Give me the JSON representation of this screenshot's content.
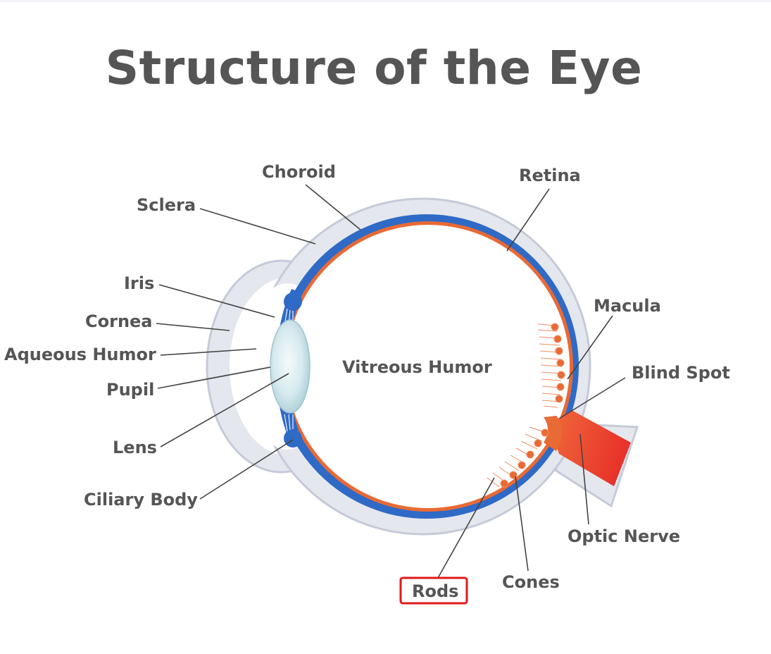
{
  "title": "Structure of the Eye",
  "labels": {
    "choroid": "Choroid",
    "retina": "Retina",
    "sclera": "Sclera",
    "iris": "Iris",
    "cornea": "Cornea",
    "aqueous_humor": "Aqueous Humor",
    "pupil": "Pupil",
    "lens": "Lens",
    "ciliary_body": "Ciliary Body",
    "vitreous_humor": "Vitreous Humor",
    "macula": "Macula",
    "blind_spot": "Blind Spot",
    "optic_nerve": "Optic Nerve",
    "rods": "Rods",
    "cones": "Cones"
  },
  "highlighted_label": "rods",
  "colors": {
    "sclera": "#e5e7ee",
    "sclera_edge": "#c6cad8",
    "choroid": "#2f6ac6",
    "retina": "#e86a35",
    "lens": "#cfe6ea",
    "optic_nerve": "#e8472c",
    "text": "#555555",
    "highlight_box": "#e0181b"
  }
}
